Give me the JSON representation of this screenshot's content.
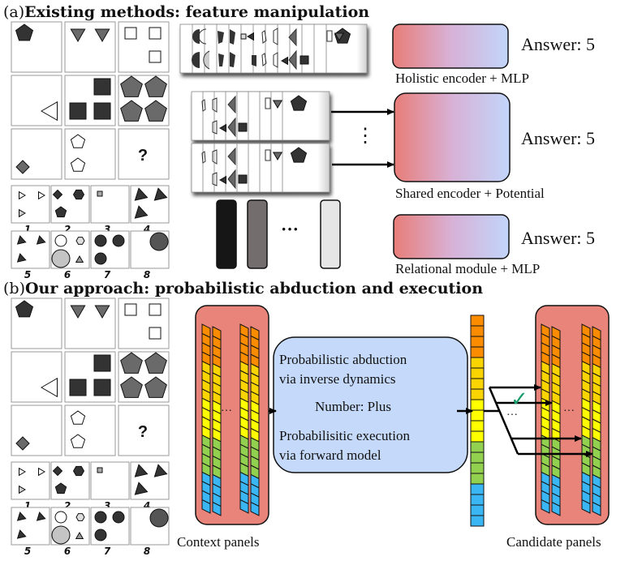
{
  "section_a": {
    "tag": "(a)",
    "title": "Existing methods: feature manipulation",
    "models": [
      {
        "caption": "Holistic encoder + MLP",
        "answer": "Answer: 5"
      },
      {
        "caption": "Shared encoder + Potential",
        "answer": "Answer: 5"
      },
      {
        "caption": "Relational module + MLP",
        "answer": "Answer: 5"
      }
    ],
    "vertical_ellipsis": "⋮",
    "horizontal_ellipsis": "···"
  },
  "section_b": {
    "tag": "(b)",
    "title": "Our approach: probabilistic abduction and execution",
    "context_caption": "Context panels",
    "candidate_caption": "Candidate panels",
    "reasoning_box": {
      "line1": "Probabilistic abduction",
      "line2": "via inverse dynamics",
      "rule": "Number: Plus",
      "line3": "Probabilisitic execution",
      "line4": "via forward model"
    },
    "checkmark": "✓",
    "ellipsis": "···"
  },
  "puzzle": {
    "question_mark": "?",
    "answer_labels": [
      "1",
      "2",
      "3",
      "4",
      "5",
      "6",
      "7",
      "8"
    ]
  },
  "colors": {
    "panel_bg": "#e8847a",
    "orange": "#fb8c00",
    "gold": "#f9d400",
    "yellow": "#ffff00",
    "green": "#92d050",
    "blue": "#3bb6f5",
    "box_blue": "#c5dafb",
    "gradient_left": "#e87d78",
    "gradient_right": "#c2d5fa",
    "check_green": "#1a9a6a",
    "bar_dark": "#161616",
    "bar_mid": "#736e6d",
    "bar_light": "#e6e6e6"
  },
  "distribution": {
    "segments": [
      "orange",
      "orange",
      "orange",
      "orange",
      "gold",
      "gold",
      "gold",
      "gold",
      "yellow",
      "yellow",
      "yellow",
      "yellow",
      "green",
      "green",
      "green",
      "green",
      "blue",
      "blue",
      "blue",
      "blue"
    ]
  }
}
